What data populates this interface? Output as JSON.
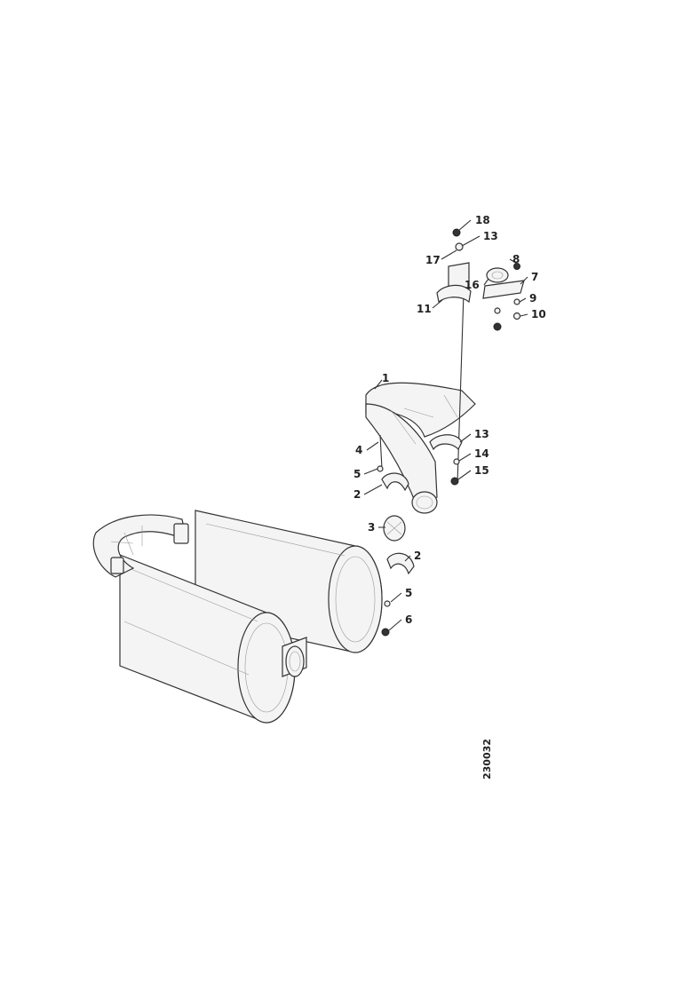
{
  "diagram": {
    "callouts": [
      {
        "id": "c18",
        "text": "18"
      },
      {
        "id": "c13a",
        "text": "13"
      },
      {
        "id": "c17",
        "text": "17"
      },
      {
        "id": "c8a",
        "text": "8"
      },
      {
        "id": "c16",
        "text": "16"
      },
      {
        "id": "c7",
        "text": "7"
      },
      {
        "id": "c9",
        "text": "9"
      },
      {
        "id": "c11",
        "text": "11"
      },
      {
        "id": "c10",
        "text": "10"
      },
      {
        "id": "c1",
        "text": "1"
      },
      {
        "id": "c13b",
        "text": "13"
      },
      {
        "id": "c4",
        "text": "4"
      },
      {
        "id": "c14",
        "text": "14"
      },
      {
        "id": "c5a",
        "text": "5"
      },
      {
        "id": "c15",
        "text": "15"
      },
      {
        "id": "c2a",
        "text": "2"
      },
      {
        "id": "c3",
        "text": "3"
      },
      {
        "id": "c2b",
        "text": "2"
      },
      {
        "id": "c5b",
        "text": "5"
      },
      {
        "id": "c6",
        "text": "6"
      }
    ],
    "document_number": "230032"
  }
}
